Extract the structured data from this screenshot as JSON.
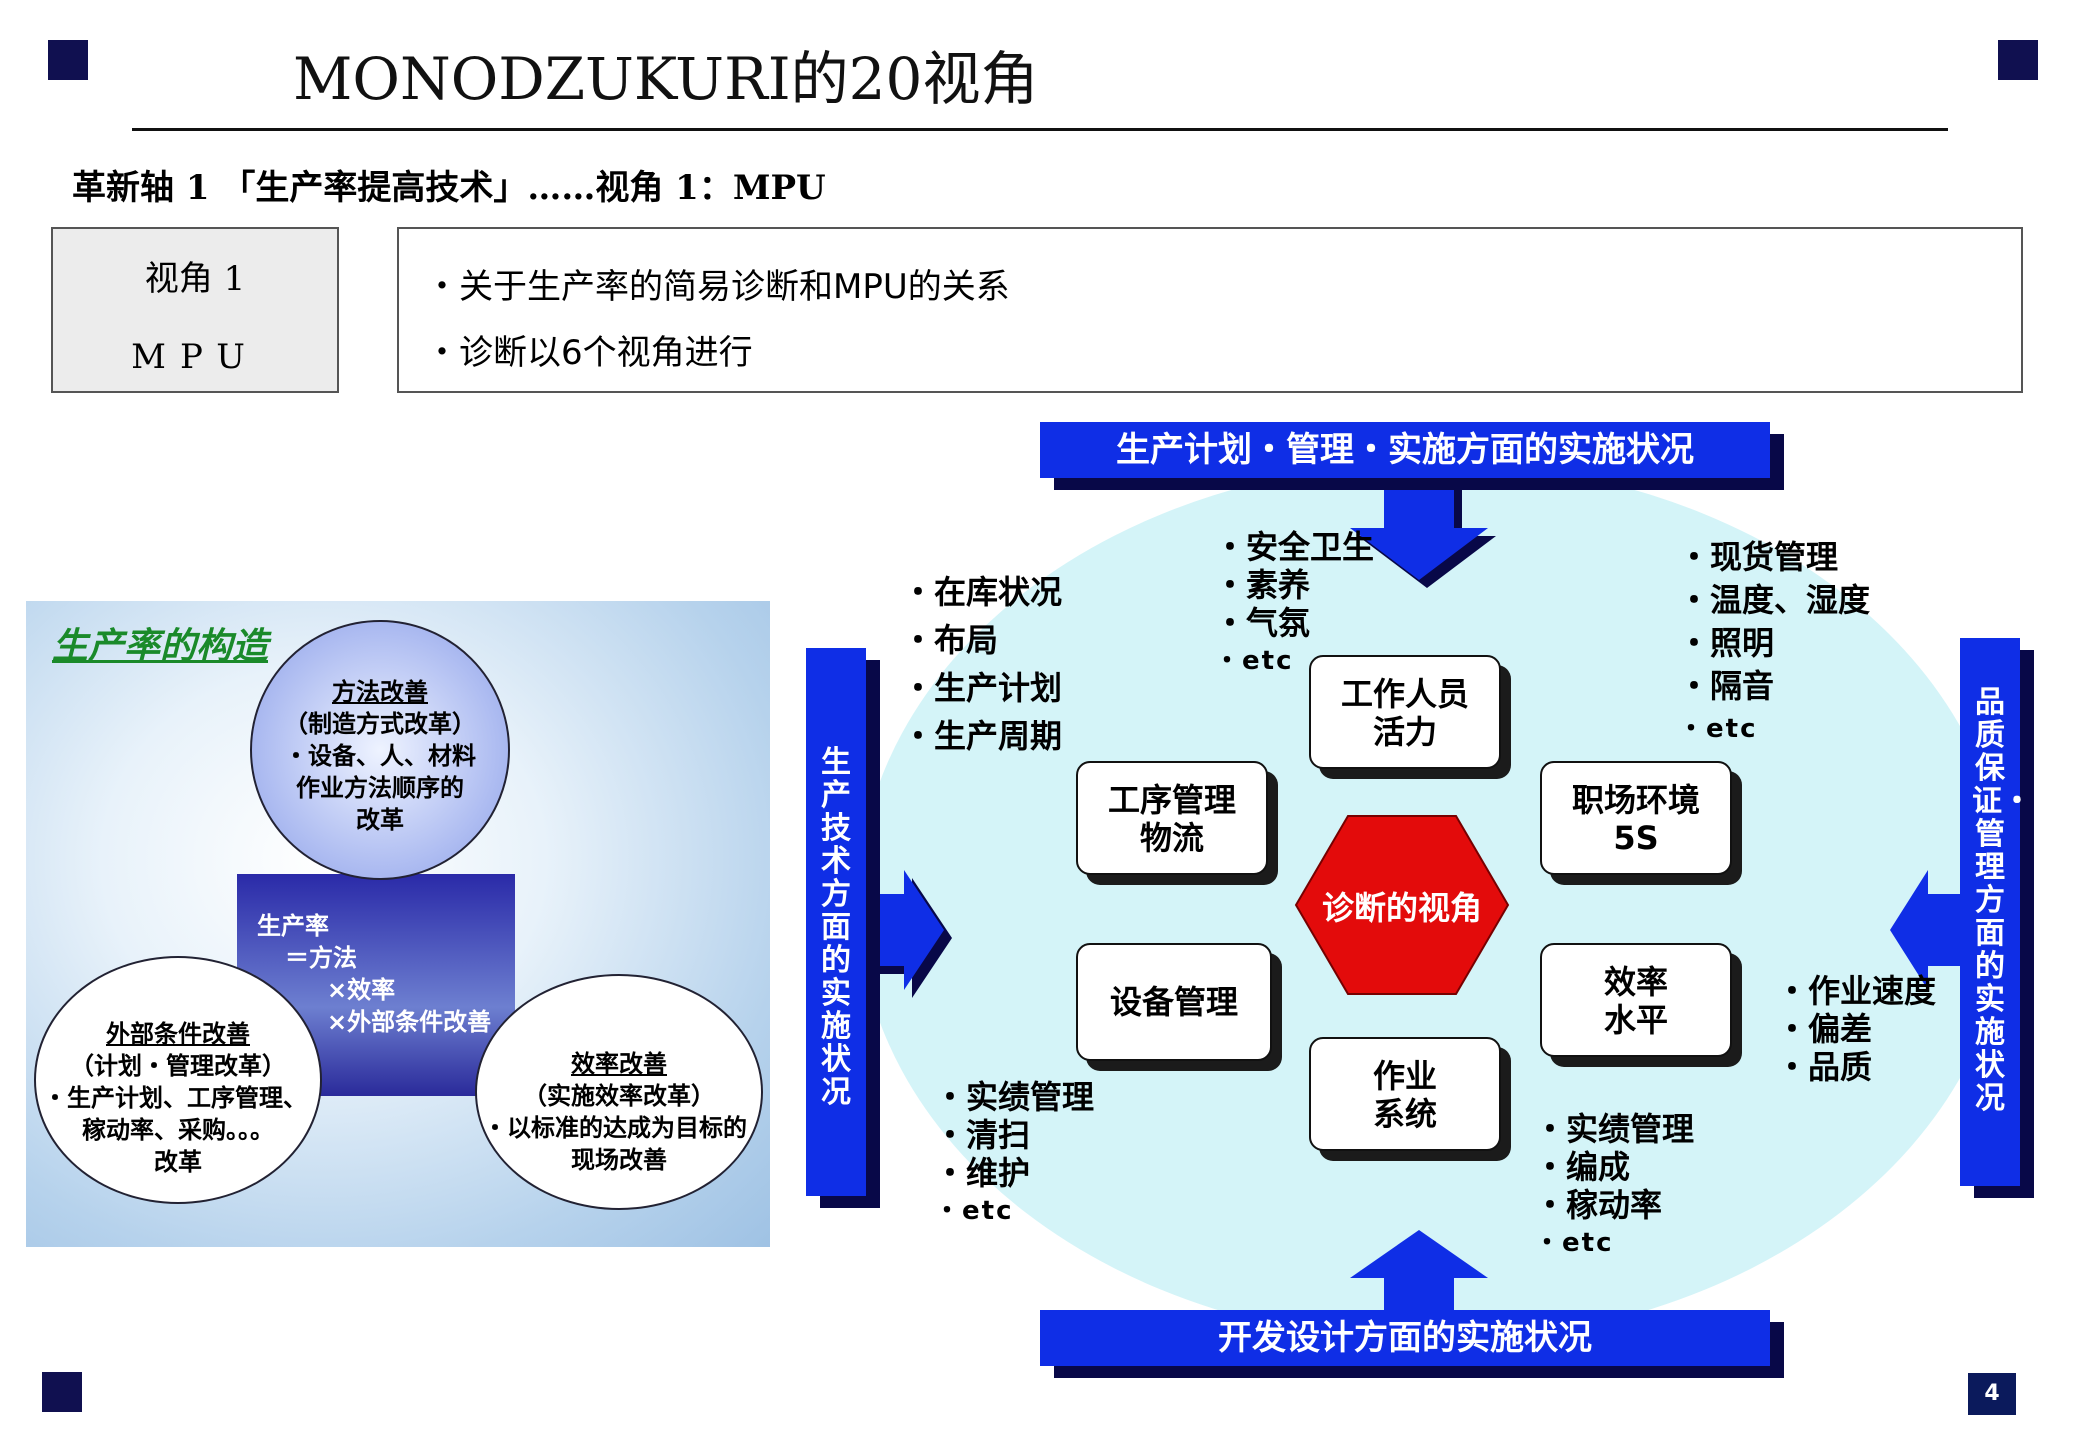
{
  "header": {
    "title": "MONODZUKURI的20视角",
    "subtitle": "革新轴 1 「生产率提高技术」……视角 1：MPU"
  },
  "view_box": {
    "line1": "视角 1",
    "line2": "MPU"
  },
  "desc": {
    "item1": "・关于生产率的简易诊断和MPU的关系",
    "item2": "・诊断以6个视角进行"
  },
  "left_panel": {
    "title": "生产率的构造",
    "top_circle": {
      "heading": "方法改善",
      "line1": "（制造方式改革）",
      "line2": "・设备、人、材料",
      "line3": "作业方法顺序的",
      "line4": "改革"
    },
    "center": {
      "line1": "生产率",
      "line2": "＝方法",
      "line3": "×效率",
      "line4": "×外部条件改善"
    },
    "left_circle": {
      "heading": "外部条件改善",
      "line1": "（计划・管理改革）",
      "line2": "・生产计划、工序管理、",
      "line3": "稼动率、采购。。。",
      "line4": "改革"
    },
    "right_circle": {
      "heading": "效率改善",
      "line1": "（实施效率改革）",
      "line2": "・以标准的达成为目标的",
      "line3": "现场改善"
    }
  },
  "diagram": {
    "top_banner": "生产计划・管理・实施方面的实施状况",
    "bottom_banner": "开发设计方面的实施状况",
    "left_banner": "生产技术方面的实施状况",
    "right_banner": "品质保证・管理方面的实施状况",
    "center": "诊断的视角",
    "nodes": {
      "worker_l1": "工作人员",
      "worker_l2": "活力",
      "process_l1": "工序管理",
      "process_l2": "物流",
      "workplace_l1": "职场环境",
      "workplace_l2": "5S",
      "equipment": "设备管理",
      "efficiency_l1": "效率",
      "efficiency_l2": "水平",
      "operation_l1": "作业",
      "operation_l2": "系统"
    },
    "list_top": [
      "・安全卫生",
      "・素养",
      "・气氛",
      "・etc"
    ],
    "list_topleft": [
      "・在库状况",
      "・布局",
      "・生产计划",
      "・生产周期"
    ],
    "list_topright": [
      "・现货管理",
      "・温度、湿度",
      "・照明",
      "・隔音",
      "・etc"
    ],
    "list_right": [
      "・作业速度",
      "・偏差",
      "・品质"
    ],
    "list_bottomleft": [
      "・实绩管理",
      "・清扫",
      "・维护",
      "・etc"
    ],
    "list_bottomright": [
      "・实绩管理",
      "・编成",
      "・稼动率",
      "・etc"
    ]
  },
  "page_number": "4",
  "colors": {
    "banner_blue": "#0f2ee6",
    "hex_red": "#e30b0b",
    "ellipse": "#d4f4f8",
    "dark_navy": "#101050"
  }
}
